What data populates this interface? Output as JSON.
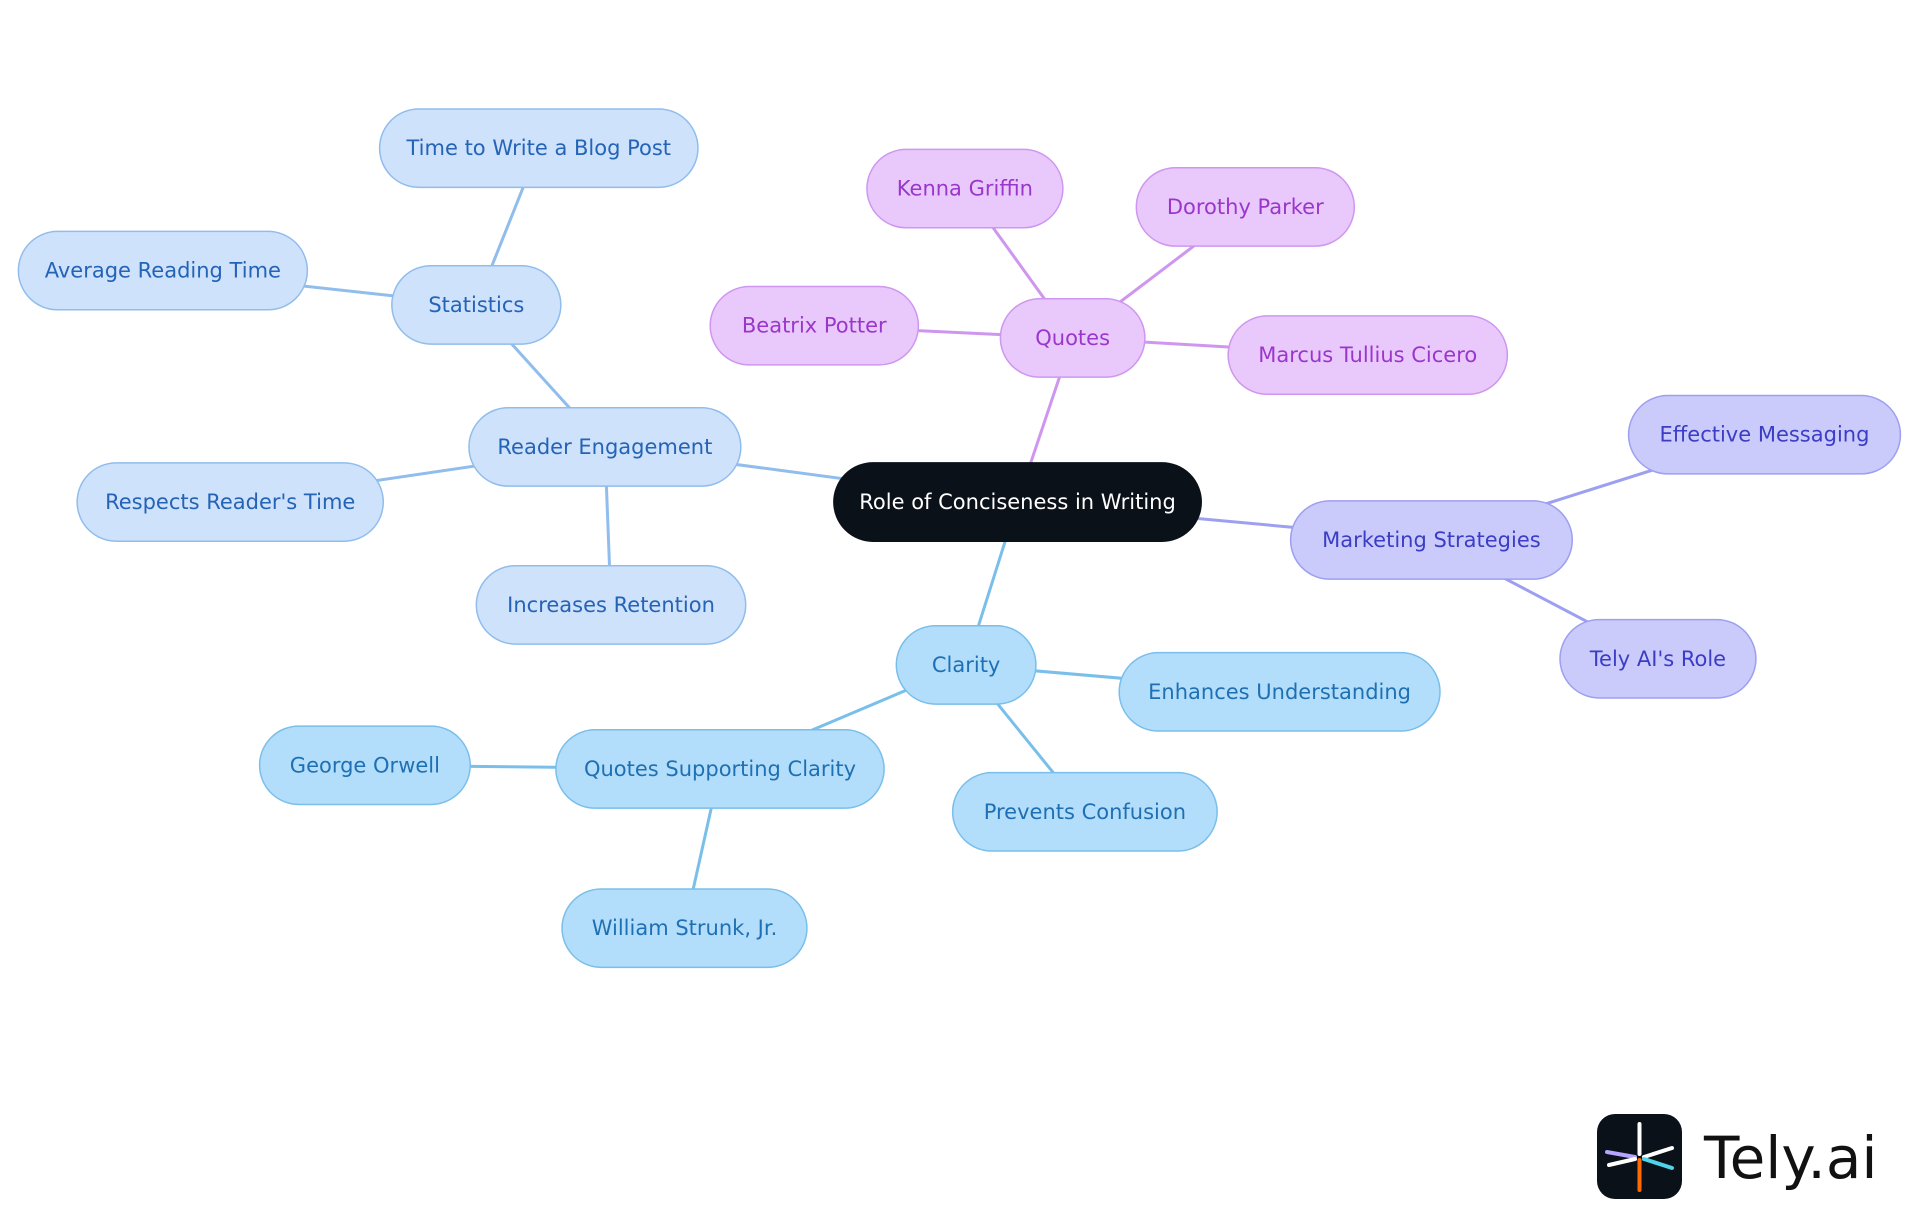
{
  "diagram": {
    "root": {
      "label": "Role of Conciseness in Writing"
    },
    "branches": {
      "reader": {
        "label": "Reader Engagement",
        "statistics": {
          "label": "Statistics",
          "children": [
            "Time to Write a Blog Post",
            "Average Reading Time"
          ]
        },
        "children": [
          "Respects Reader's Time",
          "Increases Retention"
        ]
      },
      "quotes": {
        "label": "Quotes",
        "children": [
          "Kenna Griffin",
          "Dorothy Parker",
          "Beatrix Potter",
          "Marcus Tullius Cicero"
        ]
      },
      "marketing": {
        "label": "Marketing Strategies",
        "children": [
          "Effective Messaging",
          "Tely AI's Role"
        ]
      },
      "clarity": {
        "label": "Clarity",
        "children": [
          "Enhances Understanding",
          "Prevents Confusion"
        ],
        "quotes_supporting": {
          "label": "Quotes Supporting Clarity",
          "children": [
            "George Orwell",
            "William Strunk, Jr."
          ]
        }
      }
    }
  },
  "logo": {
    "text": "Tely.ai"
  },
  "colors": {
    "root_fill": "#0b1119",
    "root_text": "#ffffff",
    "reader_fill": "#cfe2fb",
    "reader_stroke": "#90bdec",
    "reader_text": "#2463b6",
    "reader_edge": "#90bdec",
    "quotes_fill": "#e9c9fb",
    "quotes_stroke": "#cf96ef",
    "quotes_text": "#9b36cc",
    "quotes_edge": "#cf96ef",
    "marketing_fill": "#cacbfb",
    "marketing_stroke": "#9d9ff0",
    "marketing_text": "#3b3dc4",
    "marketing_edge": "#9d9ff0",
    "clarity_fill": "#b3defb",
    "clarity_stroke": "#79bfea",
    "clarity_text": "#1f70b3",
    "clarity_edge": "#79bfea",
    "logo_text": "#111111"
  }
}
